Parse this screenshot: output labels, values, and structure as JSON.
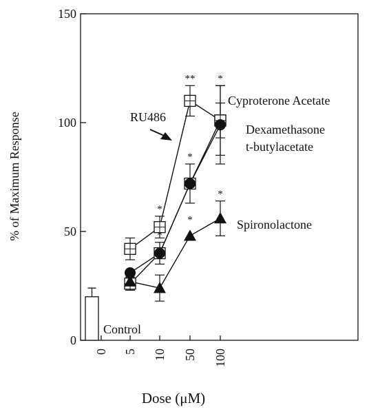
{
  "chart_data": {
    "type": "line",
    "xlabel": "Dose (μM)",
    "ylabel": "% of Maximum Response",
    "ylim": [
      0,
      150
    ],
    "yticks": [
      "0",
      "50",
      "100",
      "150"
    ],
    "xticks": [
      "0",
      "5",
      "10",
      "50",
      "100"
    ],
    "grid": false,
    "control": {
      "label": "Control",
      "x": "0",
      "value": 20,
      "error": 4
    },
    "series": [
      {
        "name": "Cyproterone Acetate",
        "marker": "open-square",
        "x": [
          "5",
          "10",
          "50",
          "100"
        ],
        "values": [
          42,
          52,
          110,
          101
        ],
        "errors": [
          5,
          5,
          7,
          8
        ],
        "significance": [
          "",
          "*",
          "**",
          ""
        ]
      },
      {
        "name": "RU486",
        "marker": "open-square",
        "x": [
          "5",
          "10",
          "50",
          "100"
        ],
        "values": [
          26,
          40,
          72,
          101
        ],
        "errors": [
          3,
          5,
          9,
          16
        ],
        "significance": [
          "",
          "*",
          "*",
          "*"
        ]
      },
      {
        "name": "Dexamethasone t-butylacetate",
        "marker": "filled-circle",
        "x": [
          "5",
          "10",
          "50",
          "100"
        ],
        "values": [
          31,
          40,
          72,
          99
        ],
        "errors": [
          0,
          0,
          0,
          18
        ],
        "significance": [
          "",
          "",
          "",
          ""
        ]
      },
      {
        "name": "Spironolactone",
        "marker": "filled-triangle",
        "x": [
          "5",
          "10",
          "50",
          "100"
        ],
        "values": [
          27,
          24,
          48,
          56
        ],
        "errors": [
          0,
          6,
          0,
          8
        ],
        "significance": [
          "",
          "",
          "*",
          "*"
        ]
      }
    ],
    "annotations": {
      "cyproterone": "Cyproterone Acetate",
      "ru486": "RU486",
      "dexamethasone_line1": "Dexamethasone",
      "dexamethasone_line2": "t-butylacetate",
      "spironolactone": "Spironolactone"
    }
  }
}
